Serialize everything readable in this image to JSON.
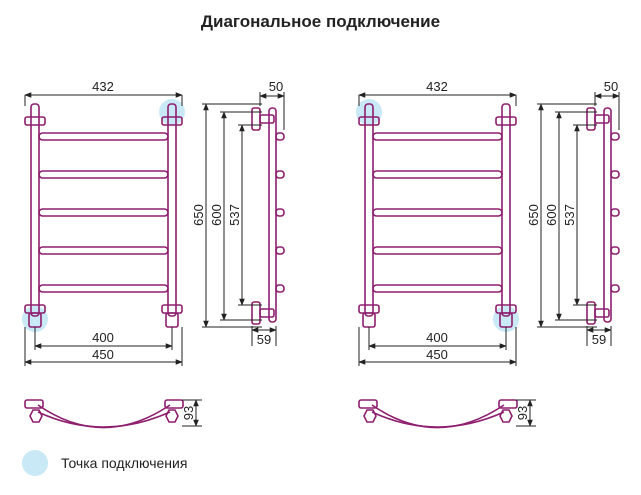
{
  "title": "Диагональное подключение",
  "colors": {
    "pipe": "#8e1e6e",
    "dim_line": "#222222",
    "connection_point": "#c8e9f5"
  },
  "left_variant": {
    "top_width": "432",
    "depth_top": "50",
    "height_total": "650",
    "height_mid": "600",
    "height_inner": "537",
    "bottom_inner": "400",
    "bottom_total": "450",
    "bottom_depth": "59",
    "bend_depth": "93"
  },
  "right_variant": {
    "top_width": "432",
    "depth_top": "50",
    "height_total": "650",
    "height_mid": "600",
    "height_inner": "537",
    "bottom_inner": "400",
    "bottom_total": "450",
    "bottom_depth": "59",
    "bend_depth": "93"
  },
  "legend": {
    "label": "Точка подключения"
  }
}
